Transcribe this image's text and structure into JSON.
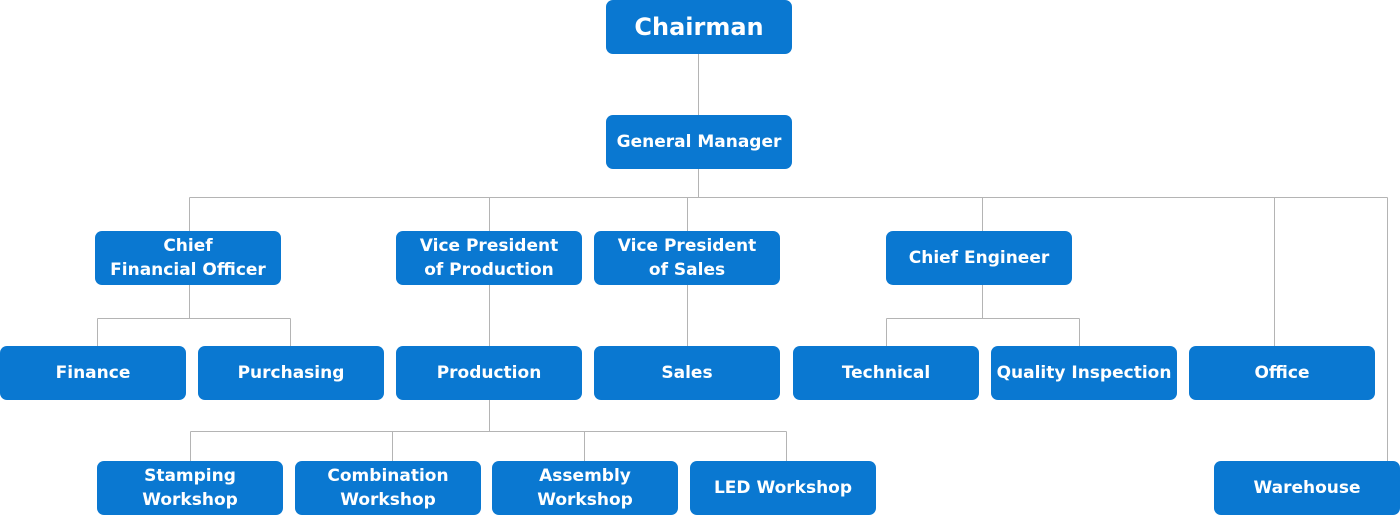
{
  "org_chart": {
    "nodes": {
      "chairman": "Chairman",
      "general_manager": "General Manager",
      "chief_financial_officer": "Chief\nFinancial Officer",
      "vp_production": "Vice President\nof Production",
      "vp_sales": "Vice President\nof Sales",
      "chief_engineer": "Chief Engineer",
      "finance": "Finance",
      "purchasing": "Purchasing",
      "production": "Production",
      "sales": "Sales",
      "technical": "Technical",
      "quality_inspection": "Quality Inspection",
      "office": "Office",
      "stamping_workshop": "Stamping\nWorkshop",
      "combination_workshop": "Combination\nWorkshop",
      "assembly_workshop": "Assembly\nWorkshop",
      "led_workshop": "LED Workshop",
      "warehouse": "Warehouse"
    },
    "hierarchy": {
      "chairman": [
        "general_manager"
      ],
      "general_manager": [
        "chief_financial_officer",
        "vp_production",
        "vp_sales",
        "chief_engineer",
        "office",
        "warehouse"
      ],
      "chief_financial_officer": [
        "finance",
        "purchasing"
      ],
      "vp_production": [
        "production"
      ],
      "vp_sales": [
        "sales"
      ],
      "chief_engineer": [
        "technical",
        "quality_inspection"
      ],
      "production": [
        "stamping_workshop",
        "combination_workshop",
        "assembly_workshop",
        "led_workshop"
      ]
    },
    "colors": {
      "node_fill": "#0a78d1",
      "node_text": "#ffffff",
      "connector": "#b4b4b4"
    }
  }
}
